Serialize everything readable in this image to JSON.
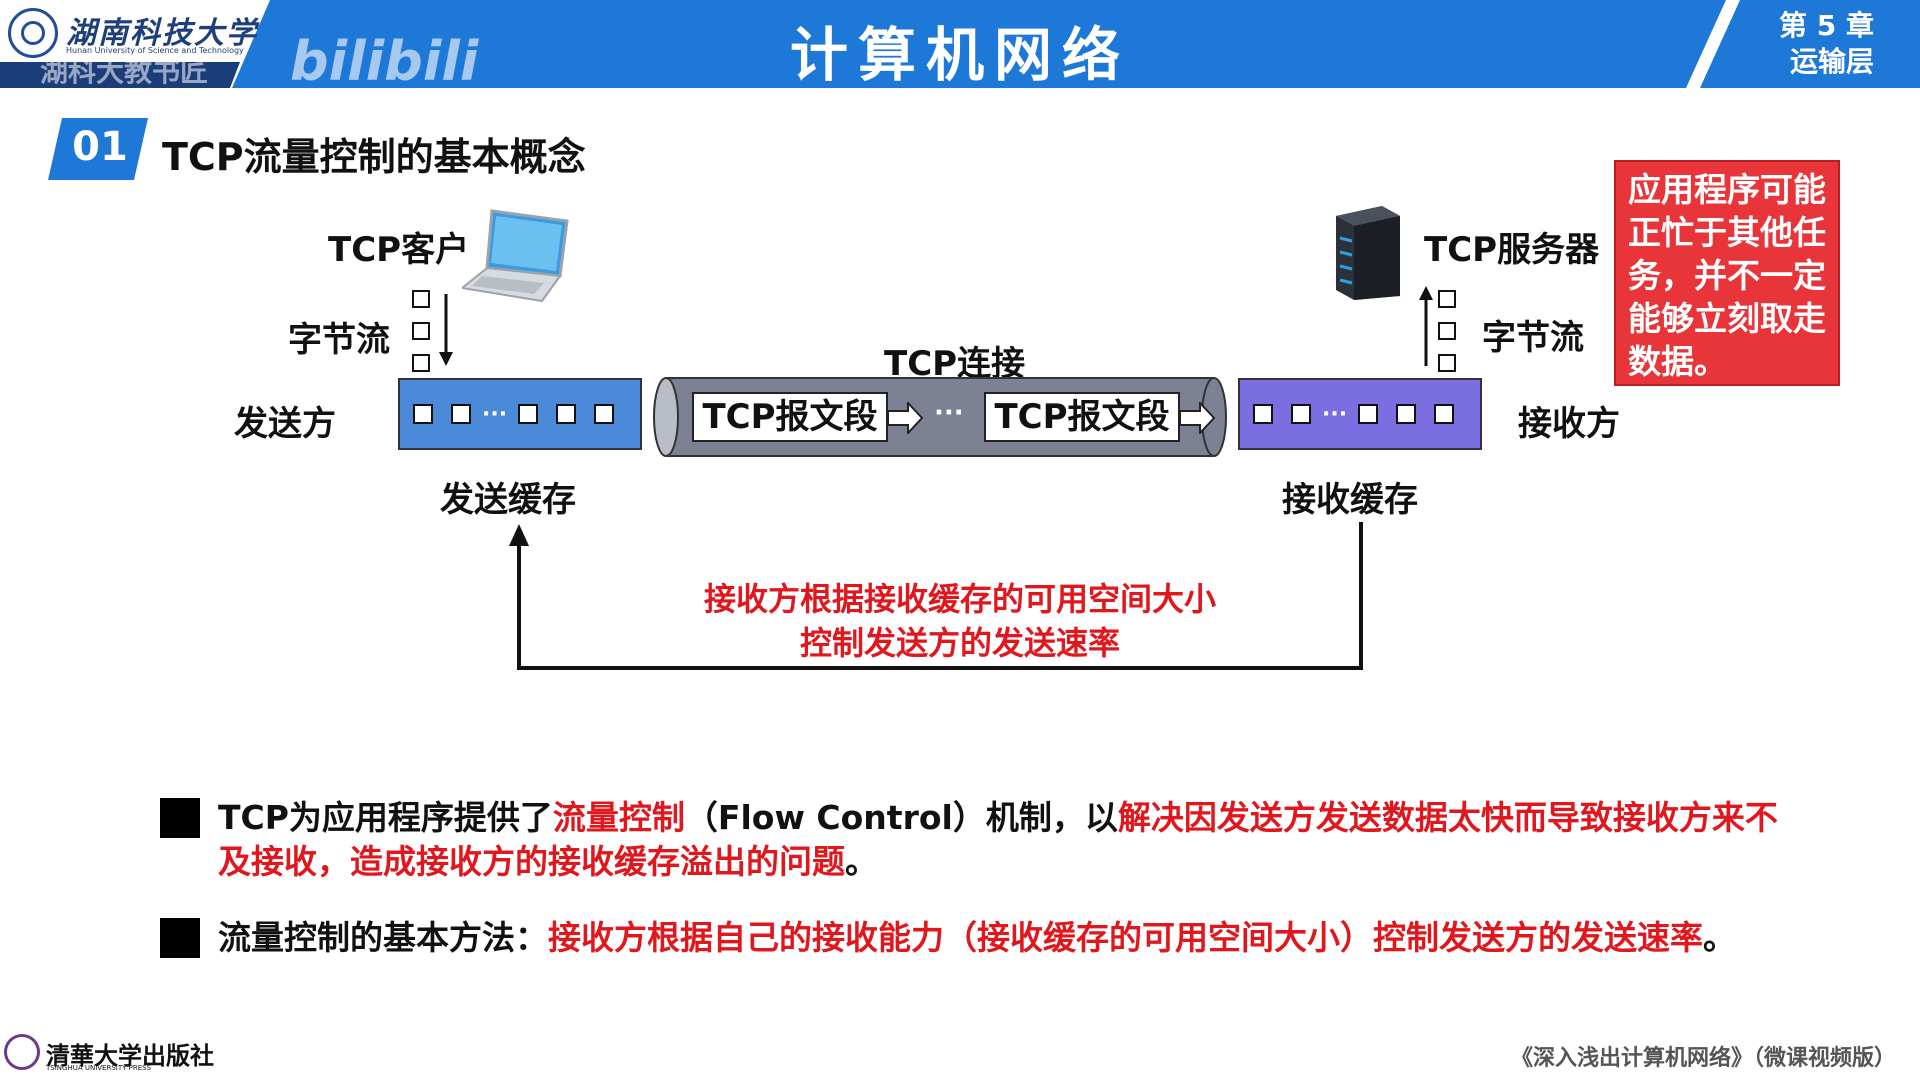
{
  "header": {
    "title": "计算机网络",
    "university_name": "湖南科技大学",
    "university_en": "Hunan University of Science and Technology",
    "watermark": "湖科大教书匠",
    "bilibili": "bilibili",
    "chapter_line1": "第 5 章",
    "chapter_line2": "运输层",
    "colors": {
      "blue": "#1e78d8",
      "dark": "#1b3d7a"
    }
  },
  "section": {
    "number": "01",
    "title": "TCP流量控制的基本概念"
  },
  "diagram": {
    "client_label": "TCP客户",
    "server_label": "TCP服务器",
    "byte_stream_left": "字节流",
    "byte_stream_right": "字节流",
    "sender_label": "发送方",
    "receiver_label": "接收方",
    "connection_label": "TCP连接",
    "segment_1": "TCP报文段",
    "segment_2": "TCP报文段",
    "pipe_ellipsis": "···",
    "buffer_ellipsis": "···",
    "send_buffer_label": "发送缓存",
    "recv_buffer_label": "接收缓存",
    "caption_line1": "接收方根据接收缓存的可用空间大小",
    "caption_line2": "控制发送方的发送速率",
    "note_lines": [
      "应用程序可能",
      "正忙于其他任",
      "务，并不一定",
      "能够立刻取走",
      "数据。"
    ],
    "colors": {
      "send_buffer": "#4a8ad8",
      "recv_buffer": "#7a6ee0",
      "pipe": "#7c8294",
      "note": "#e8353a",
      "accent_red": "#e0181e"
    }
  },
  "bullets": [
    {
      "p1": "TCP为应用程序提供了",
      "r1": "流量控制",
      "p2": "（Flow Control）机制，以",
      "r2": "解决因发送方发送数据太快而导致接收方来不",
      "r3": "及接收，造成接收方的接收缓存溢出的问题",
      "p3": "。"
    },
    {
      "p1": "流量控制的基本方法：",
      "r1": "接收方根据自己的接收能力（接收缓存的可用空间大小）控制发送方的发送速率",
      "p2": "。"
    }
  ],
  "footer": {
    "publisher": "清華大学出版社",
    "publisher_en": "TSINGHUA UNIVERSITY PRESS",
    "book": "《深入浅出计算机网络》（微课视频版）"
  }
}
